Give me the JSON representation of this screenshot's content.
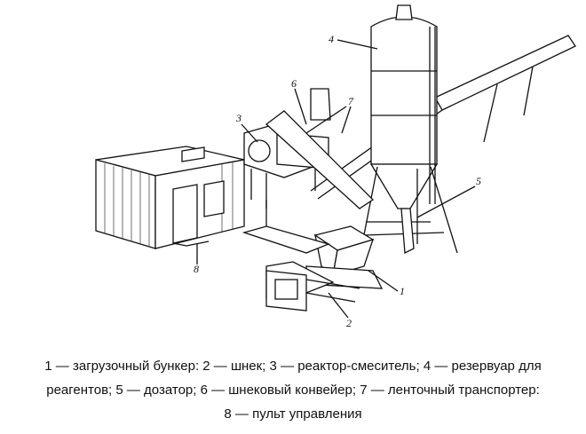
{
  "labels": {
    "l1": "1",
    "l2": "2",
    "l3": "3",
    "l4": "4",
    "l5": "5",
    "l6": "6",
    "l7": "7",
    "l8": "8"
  },
  "caption": {
    "line1": "1 — загрузочный бункер: 2 — шнек; 3 — реактор-смеситель; 4 — резервуар для",
    "line2": "реагентов; 5 — дозатор; 6 — шнековый конвейер; 7 — ленточный транспортер:",
    "line3": "8 — пульт управления"
  }
}
